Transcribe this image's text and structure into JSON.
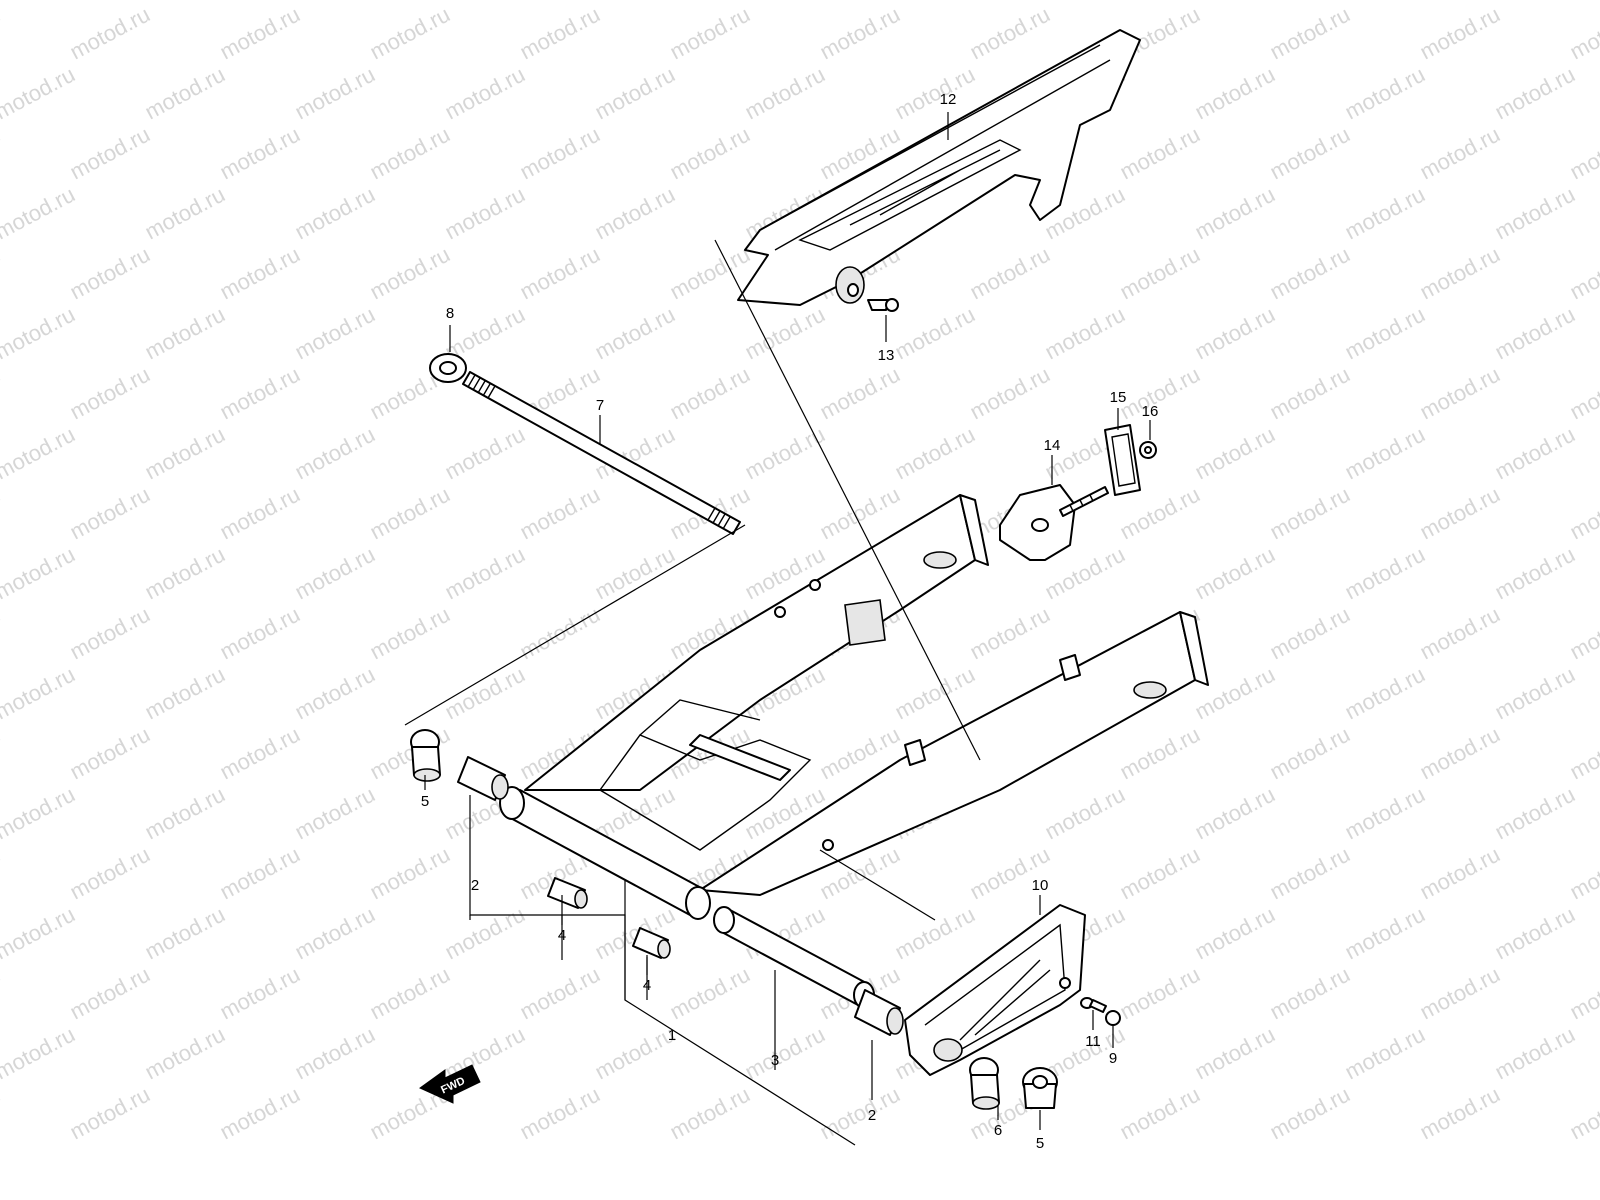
{
  "watermark": {
    "text": "motod.ru",
    "color": "#d6d6d6"
  },
  "colors": {
    "line": "#000000",
    "background": "#ffffff",
    "shade": "#e6e6e6"
  },
  "fwd_label": "FWD",
  "callouts": [
    {
      "id": "1",
      "label": "1"
    },
    {
      "id": "2a",
      "label": "2"
    },
    {
      "id": "2b",
      "label": "2"
    },
    {
      "id": "3",
      "label": "3"
    },
    {
      "id": "4a",
      "label": "4"
    },
    {
      "id": "4b",
      "label": "4"
    },
    {
      "id": "5a",
      "label": "5"
    },
    {
      "id": "5b",
      "label": "5"
    },
    {
      "id": "6",
      "label": "6"
    },
    {
      "id": "7",
      "label": "7"
    },
    {
      "id": "8",
      "label": "8"
    },
    {
      "id": "9",
      "label": "9"
    },
    {
      "id": "10",
      "label": "10"
    },
    {
      "id": "11",
      "label": "11"
    },
    {
      "id": "12",
      "label": "12"
    },
    {
      "id": "13",
      "label": "13"
    },
    {
      "id": "14",
      "label": "14"
    },
    {
      "id": "15",
      "label": "15"
    },
    {
      "id": "16",
      "label": "16"
    }
  ]
}
